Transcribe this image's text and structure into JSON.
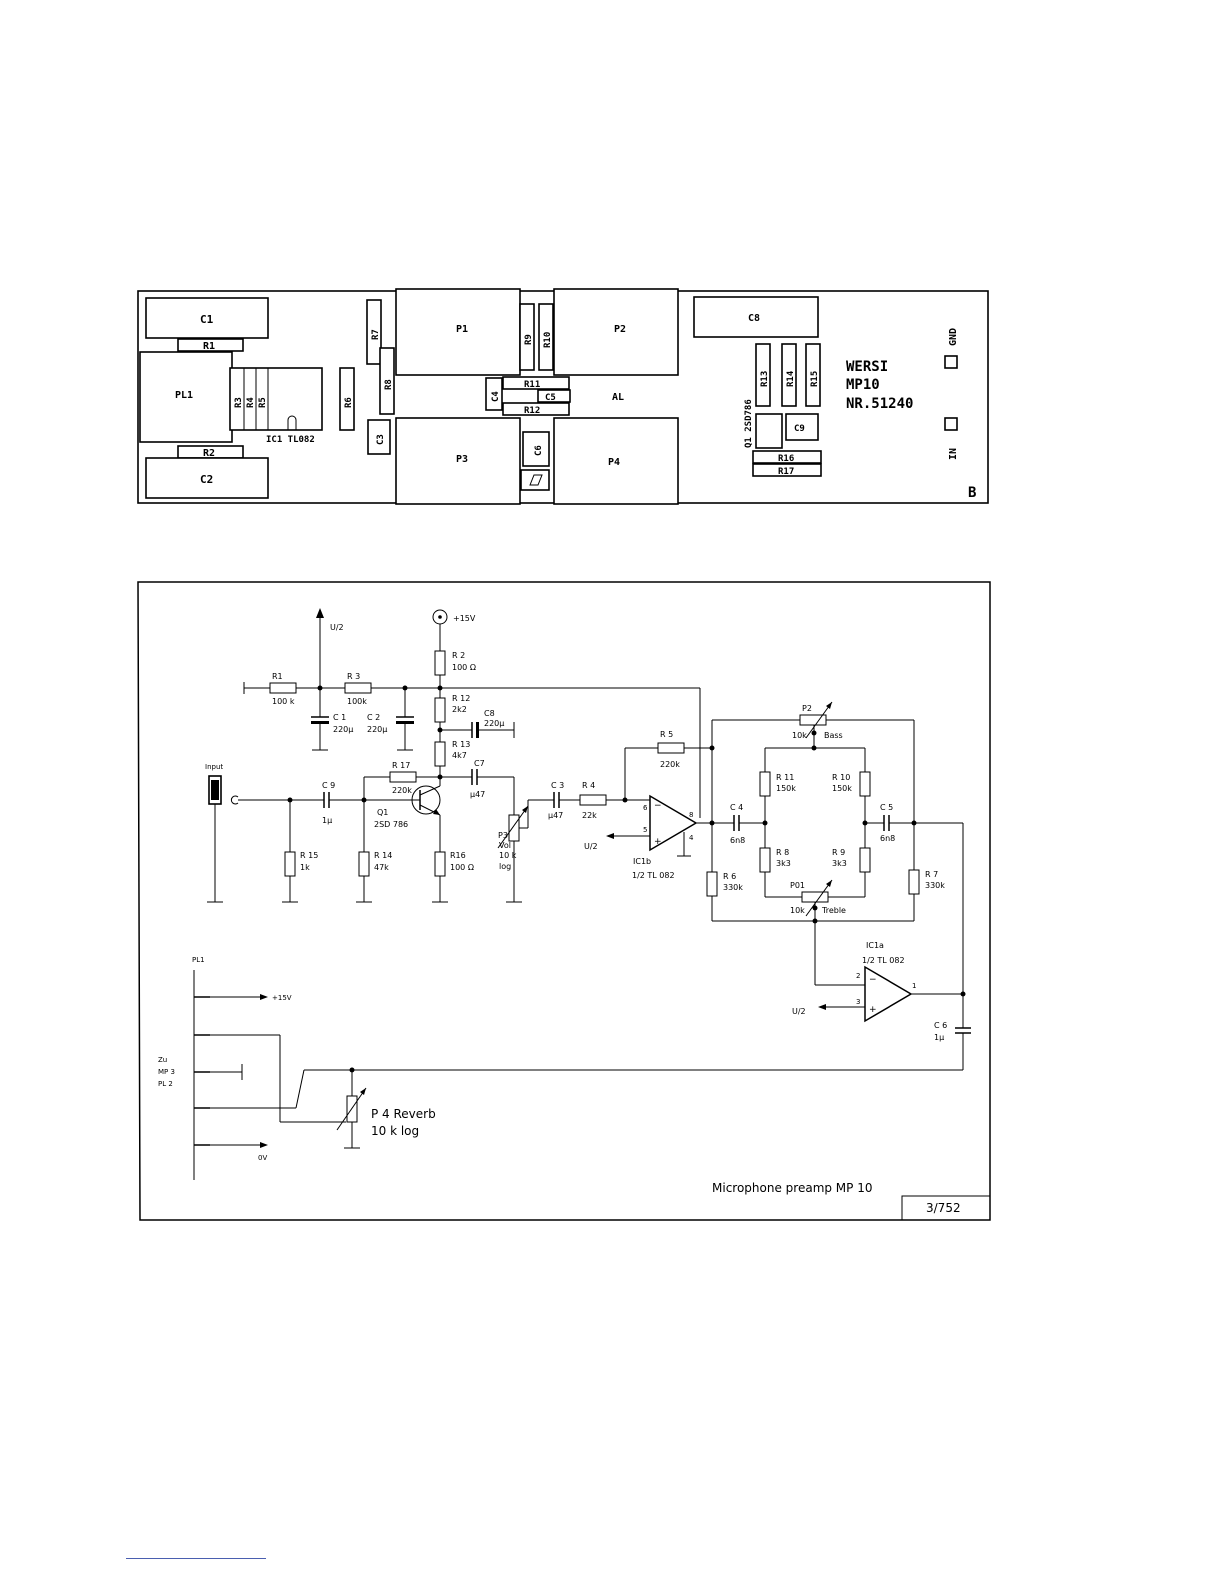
{
  "pcb": {
    "brand": "WERSI",
    "model": "MP10",
    "part_number": "NR.51240",
    "board_letter": "B",
    "ic_label": "IC1 TL082",
    "transistor_label": "Q1 2SD786",
    "gnd_label": "GND",
    "in_label": "IN",
    "al_label": "AL",
    "components": {
      "C1": "C1",
      "C2": "C2",
      "C3": "C3",
      "C4": "C4",
      "C5": "C5",
      "C6": "C6",
      "C8": "C8",
      "C9": "C9",
      "R1": "R1",
      "R2": "R2",
      "R3": "R3",
      "R4": "R4",
      "R5": "R5",
      "R6": "R6",
      "R7": "R7",
      "R8": "R8",
      "R9": "R9",
      "R10": "R10",
      "R11": "R11",
      "R12": "R12",
      "R13": "R13",
      "R14": "R14",
      "R15": "R15",
      "R16": "R16",
      "R17": "R17",
      "PL1": "PL1",
      "P1": "P1",
      "P2": "P2",
      "P3": "P3",
      "P4": "P4"
    }
  },
  "schematic": {
    "supply_plus": "+15V",
    "u_half": "U/2",
    "r1": {
      "name": "R1",
      "value": "100 k"
    },
    "r3": {
      "name": "R 3",
      "value": "100k"
    },
    "r2": {
      "name": "R 2",
      "value": "100 Ω"
    },
    "r12": {
      "name": "R 12",
      "value": "2k2"
    },
    "r13": {
      "name": "R 13",
      "value": "4k7"
    },
    "c1": {
      "name": "C 1",
      "value": "220μ"
    },
    "c2": {
      "name": "C 2",
      "value": "220μ"
    },
    "c8": {
      "name": "C8",
      "value": "220μ"
    },
    "c9": {
      "name": "C 9",
      "value": "1μ"
    },
    "r17": {
      "name": "R 17",
      "value": "220k"
    },
    "c7": {
      "name": "C7",
      "value": "μ47"
    },
    "q1": {
      "name": "Q1",
      "value": "2SD 786"
    },
    "r15": {
      "name": "R 15",
      "value": "1k"
    },
    "r14": {
      "name": "R 14",
      "value": "47k"
    },
    "r16": {
      "name": "R16",
      "value": "100 Ω"
    },
    "p3": {
      "name": "P3",
      "line2": "Vol",
      "line3": "10 k",
      "line4": "log"
    },
    "c3": {
      "name": "C 3",
      "value": "μ47"
    },
    "r4": {
      "name": "R 4",
      "value": "22k"
    },
    "r5": {
      "name": "R 5",
      "value": "220k"
    },
    "ic1b": {
      "name": "IC1b",
      "value": "1/2 TL 082",
      "pin_minus": "6",
      "pin_plus": "5",
      "pin_out": "8",
      "pin_gnd": "4"
    },
    "c4": {
      "name": "C 4",
      "value": "6n8"
    },
    "r6": {
      "name": "R 6",
      "value": "330k"
    },
    "p2": {
      "name": "P2",
      "value": "10k",
      "function": "Bass"
    },
    "r11": {
      "name": "R 11",
      "value": "150k"
    },
    "r10": {
      "name": "R 10",
      "value": "150k"
    },
    "r8": {
      "name": "R 8",
      "value": "3k3"
    },
    "r9": {
      "name": "R 9",
      "value": "3k3"
    },
    "p01": {
      "name": "P01",
      "value": "10k",
      "function": "Treble"
    },
    "c5": {
      "name": "C 5",
      "value": "6n8"
    },
    "r7": {
      "name": "R 7",
      "value": "330k"
    },
    "ic1a": {
      "name": "IC1a",
      "value": "1/2 TL 082",
      "pin2": "2",
      "pin3": "3",
      "pin1": "1"
    },
    "c6": {
      "name": "C 6",
      "value": "1μ"
    },
    "p4": {
      "name": "P 4 Reverb",
      "value": "10 k log"
    },
    "input_label": "Input",
    "pl1_label": "PL1",
    "plus15_label": "+15V",
    "connector_label_1": "Zu",
    "connector_label_2": "MP 3",
    "connector_label_3": "PL 2",
    "ground_label": "0V",
    "title": "Microphone preamp MP 10",
    "doc_number": "3/752"
  }
}
